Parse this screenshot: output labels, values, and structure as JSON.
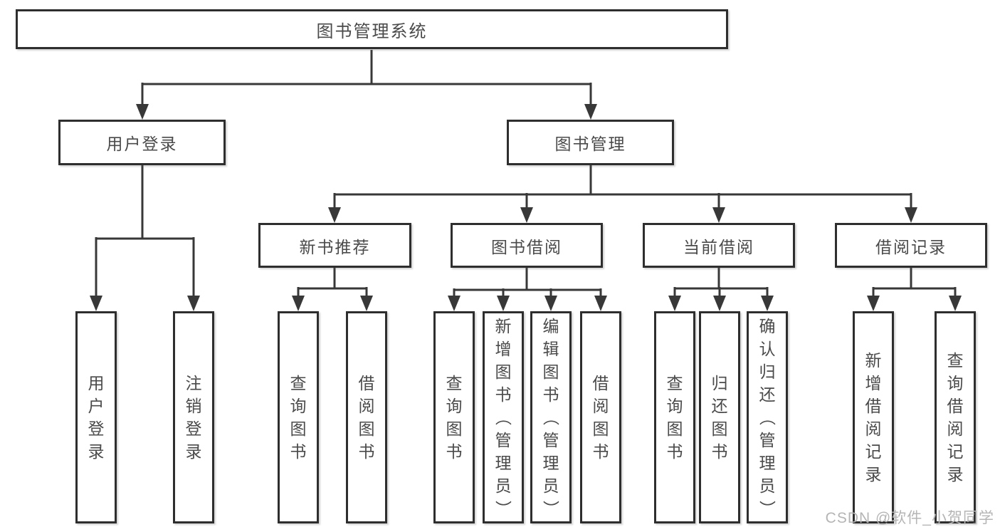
{
  "diagram": {
    "root": {
      "label": "图书管理系统"
    },
    "level2": [
      {
        "label": "用户登录"
      },
      {
        "label": "图书管理"
      }
    ],
    "level3": [
      {
        "label": "新书推荐"
      },
      {
        "label": "图书借阅"
      },
      {
        "label": "当前借阅"
      },
      {
        "label": "借阅记录"
      }
    ],
    "leaves": {
      "user_login": [
        {
          "label": "用户登录"
        },
        {
          "label": "注销登录"
        }
      ],
      "new_books": [
        {
          "label": "查询图书"
        },
        {
          "label": "借阅图书"
        }
      ],
      "book_borrowing": [
        {
          "label": "查询图书"
        },
        {
          "label": "新增图书（管理员）"
        },
        {
          "label": "编辑图书（管理员）"
        },
        {
          "label": "借阅图书"
        }
      ],
      "current_borrowing": [
        {
          "label": "查询图书"
        },
        {
          "label": "归还图书"
        },
        {
          "label": "确认归还（管理员）"
        }
      ],
      "borrowing_records": [
        {
          "label": "新增借阅记录"
        },
        {
          "label": "查询借阅记录"
        }
      ]
    },
    "colors": {
      "line": "#383838",
      "border": "#2e2e2e",
      "box_bg": "#ffffff",
      "text": "#4a4a4a",
      "watermark_text": "#b5b5b5"
    }
  },
  "watermark": {
    "text": "CSDN @软件_小贺同学"
  }
}
